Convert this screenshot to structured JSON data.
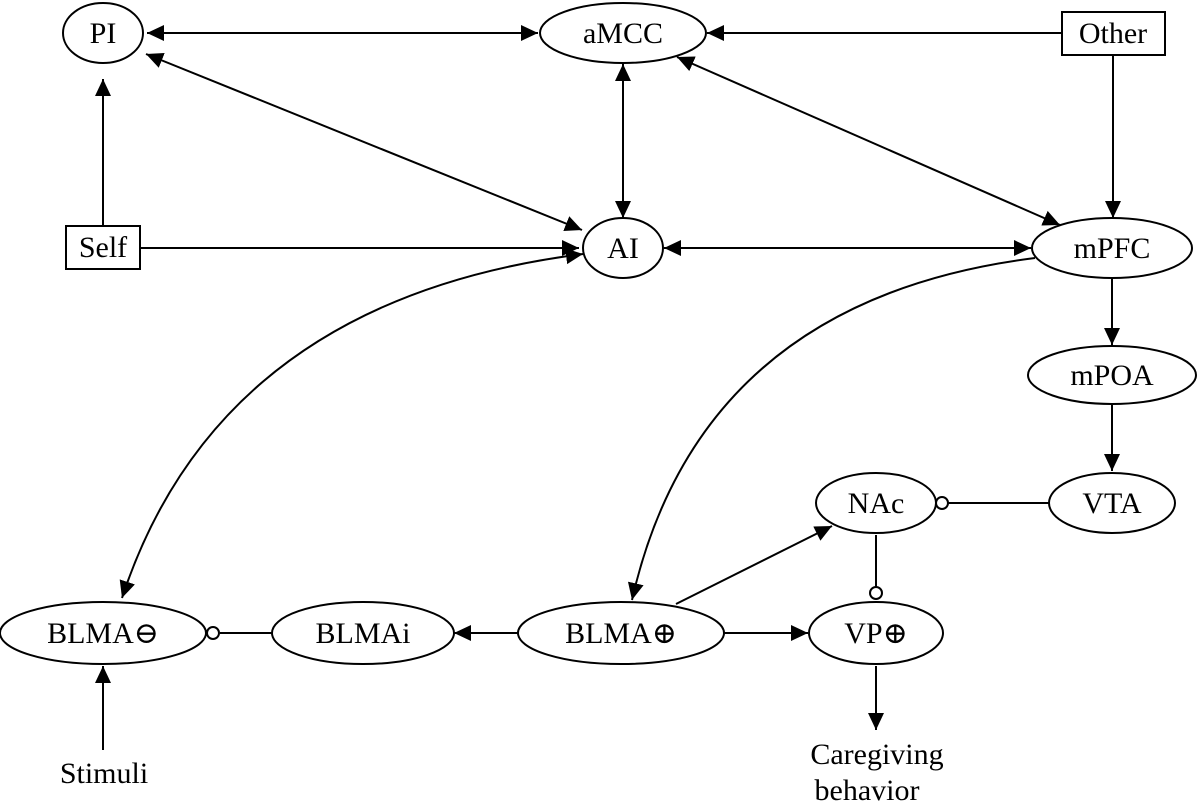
{
  "diagram": {
    "nodes": {
      "pi": "PI",
      "amcc": "aMCC",
      "other": "Other",
      "self": "Self",
      "ai": "AI",
      "mpfc": "mPFC",
      "mpoa": "mPOA",
      "vta": "VTA",
      "nac": "NAc",
      "blma_neg": "BLMA⊖",
      "blmai": "BLMAi",
      "blma_pos": "BLMA⊕",
      "vp_pos": "VP⊕",
      "stimuli": "Stimuli",
      "caregiving_line1": "Caregiving",
      "caregiving_line2": "behavior"
    },
    "edges": [
      {
        "from": "PI",
        "to": "aMCC",
        "type": "bidirectional"
      },
      {
        "from": "Other",
        "to": "aMCC",
        "type": "excitatory"
      },
      {
        "from": "Self",
        "to": "PI",
        "type": "excitatory"
      },
      {
        "from": "PI",
        "to": "AI",
        "type": "bidirectional"
      },
      {
        "from": "aMCC",
        "to": "AI",
        "type": "bidirectional"
      },
      {
        "from": "aMCC",
        "to": "mPFC",
        "type": "bidirectional"
      },
      {
        "from": "Other",
        "to": "mPFC",
        "type": "excitatory"
      },
      {
        "from": "Self",
        "to": "AI",
        "type": "excitatory"
      },
      {
        "from": "AI",
        "to": "mPFC",
        "type": "bidirectional"
      },
      {
        "from": "AI",
        "to": "BLMA⊖",
        "type": "bidirectional"
      },
      {
        "from": "mPFC",
        "to": "BLMA⊕",
        "type": "excitatory"
      },
      {
        "from": "mPFC",
        "to": "mPOA",
        "type": "excitatory"
      },
      {
        "from": "mPOA",
        "to": "VTA",
        "type": "excitatory"
      },
      {
        "from": "VTA",
        "to": "NAc",
        "type": "inhibitory"
      },
      {
        "from": "BLMA⊕",
        "to": "NAc",
        "type": "excitatory"
      },
      {
        "from": "NAc",
        "to": "VP⊕",
        "type": "inhibitory"
      },
      {
        "from": "BLMA⊕",
        "to": "VP⊕",
        "type": "excitatory"
      },
      {
        "from": "BLMA⊕",
        "to": "BLMAi",
        "type": "excitatory"
      },
      {
        "from": "BLMAi",
        "to": "BLMA⊖",
        "type": "inhibitory"
      },
      {
        "from": "Stimuli",
        "to": "BLMA⊖",
        "type": "excitatory"
      },
      {
        "from": "VP⊕",
        "to": "Caregiving behavior",
        "type": "excitatory"
      }
    ]
  }
}
